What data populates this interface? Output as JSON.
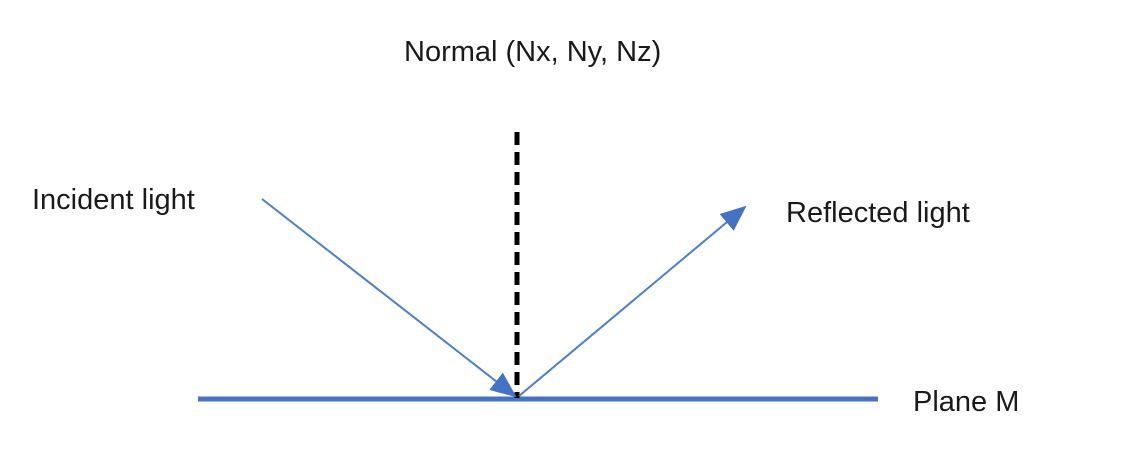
{
  "labels": {
    "normal": "Normal (Nx, Ny, Nz)",
    "incident": "Incident light",
    "reflected": "Reflected light",
    "plane": "Plane M"
  },
  "colors": {
    "ray": "#4a7fd0",
    "plane": "#4472c4",
    "normal": "#000000",
    "text": "#1a1a1a"
  }
}
